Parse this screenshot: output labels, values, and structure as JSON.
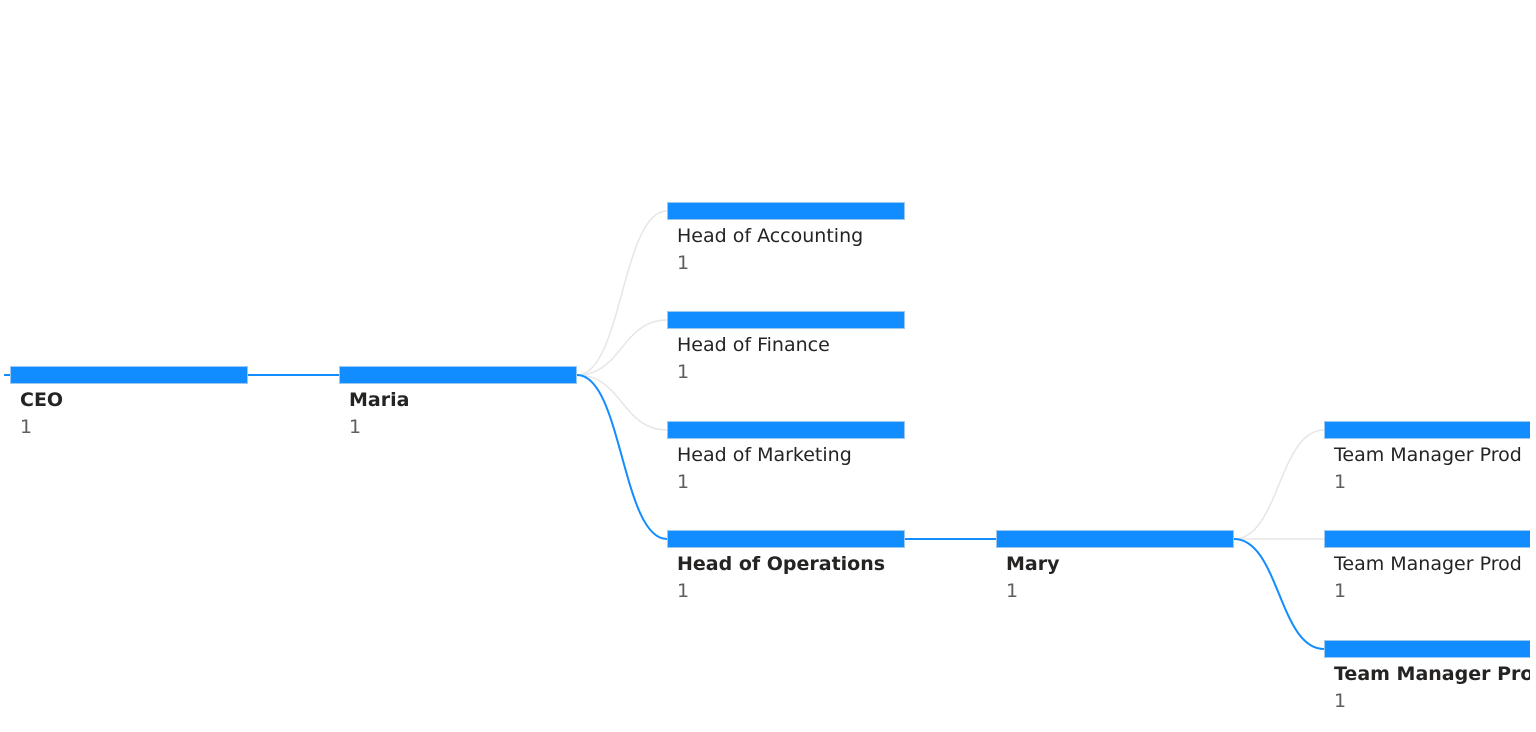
{
  "colors": {
    "bar": "#118DFF",
    "selected_link": "#118DFF",
    "link": "#e6e6e6"
  },
  "nodes": [
    {
      "id": "ceo",
      "label": "CEO",
      "value": "1",
      "parent": null,
      "selected": true
    },
    {
      "id": "maria",
      "label": "Maria",
      "value": "1",
      "parent": "ceo",
      "selected": true
    },
    {
      "id": "acc",
      "label": "Head of Accounting",
      "value": "1",
      "parent": "maria",
      "selected": false
    },
    {
      "id": "fin",
      "label": "Head of Finance",
      "value": "1",
      "parent": "maria",
      "selected": false
    },
    {
      "id": "mkt",
      "label": "Head of Marketing",
      "value": "1",
      "parent": "maria",
      "selected": false
    },
    {
      "id": "ops",
      "label": "Head of Operations",
      "value": "1",
      "parent": "maria",
      "selected": true
    },
    {
      "id": "mary",
      "label": "Mary",
      "value": "1",
      "parent": "ops",
      "selected": true
    },
    {
      "id": "tm1",
      "label": "Team Manager Prod",
      "value": "1",
      "parent": "mary",
      "selected": false
    },
    {
      "id": "tm2",
      "label": "Team Manager Prod",
      "value": "1",
      "parent": "mary",
      "selected": false
    },
    {
      "id": "tm3",
      "label": "Team Manager Prod",
      "value": "1",
      "parent": "mary",
      "selected": true
    }
  ]
}
